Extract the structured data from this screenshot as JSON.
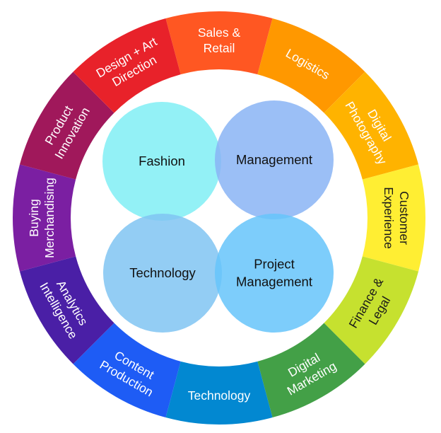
{
  "ring": {
    "segments": [
      {
        "lines": [
          "Sales &",
          "Retail"
        ],
        "color": "#ff5722",
        "text": "light"
      },
      {
        "lines": [
          "Logistics"
        ],
        "color": "#ff9800",
        "text": "light"
      },
      {
        "lines": [
          "Digital",
          "Photography"
        ],
        "color": "#ffb300",
        "text": "light"
      },
      {
        "lines": [
          "Customer",
          "Experience"
        ],
        "color": "#ffee33",
        "text": "dark"
      },
      {
        "lines": [
          "Finance &",
          "Legal"
        ],
        "color": "#c6e12f",
        "text": "dark"
      },
      {
        "lines": [
          "Digital",
          "Marketing"
        ],
        "color": "#43a047",
        "text": "light"
      },
      {
        "lines": [
          "Technology"
        ],
        "color": "#0288d1",
        "text": "light"
      },
      {
        "lines": [
          "Content",
          "Production"
        ],
        "color": "#1e5cf5",
        "text": "light"
      },
      {
        "lines": [
          "Analytics",
          "Intelligence"
        ],
        "color": "#4a1fa6",
        "text": "light"
      },
      {
        "lines": [
          "Buying",
          "Merchandising"
        ],
        "color": "#7b1fa2",
        "text": "light"
      },
      {
        "lines": [
          "Product",
          "Innovation"
        ],
        "color": "#a0185b",
        "text": "light"
      },
      {
        "lines": [
          "Design + Art",
          "Direction"
        ],
        "color": "#e8222a",
        "text": "light"
      }
    ]
  },
  "core": {
    "circles": [
      {
        "lines": [
          "Fashion"
        ],
        "color": "#80eef4"
      },
      {
        "lines": [
          "Management"
        ],
        "color": "#8ab4f5"
      },
      {
        "lines": [
          "Technology"
        ],
        "color": "#80c4f2"
      },
      {
        "lines": [
          "Project",
          "Management"
        ],
        "color": "#66c4fa"
      }
    ]
  }
}
